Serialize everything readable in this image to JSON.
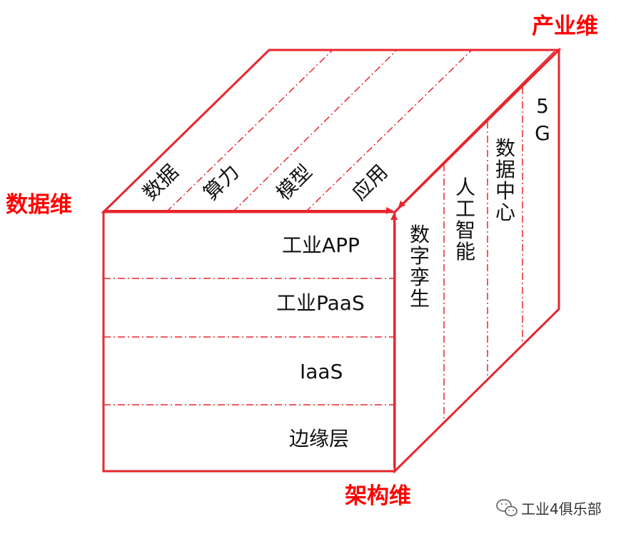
{
  "axes": {
    "industry": "产业维",
    "data": "数据维",
    "architecture": "架构维"
  },
  "top_face": [
    "数据",
    "算力",
    "模型",
    "应用"
  ],
  "front_face": [
    "工业APP",
    "工业PaaS",
    "IaaS",
    "边缘层"
  ],
  "side_face": {
    "digital_twin": [
      "数",
      "字",
      "孪",
      "生"
    ],
    "ai": [
      "人",
      "工",
      "智",
      "能"
    ],
    "data_center": [
      "数",
      "据",
      "中",
      "心"
    ],
    "five_g": [
      "5",
      "G"
    ]
  },
  "watermark": {
    "text": "工业4俱乐部",
    "icon": "wechat-icon"
  },
  "colors": {
    "line": "#e8262d",
    "axis_label": "#ff0000",
    "text": "#111111"
  }
}
